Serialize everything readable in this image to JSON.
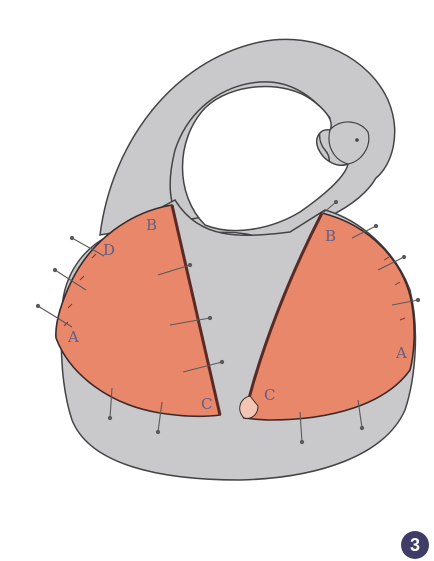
{
  "labels": {
    "left_B": "B",
    "left_D": "D",
    "left_A": "A",
    "left_C": "C",
    "right_B": "B",
    "right_A": "A",
    "right_C": "C"
  },
  "step_number": "3",
  "colors": {
    "bib_fabric": "#c9c9cc",
    "panel_fabric": "#e9876a",
    "outline": "#444444",
    "pin": "#5a5a5a",
    "label": "#5f5f86",
    "step_badge": "#3f3c67"
  }
}
